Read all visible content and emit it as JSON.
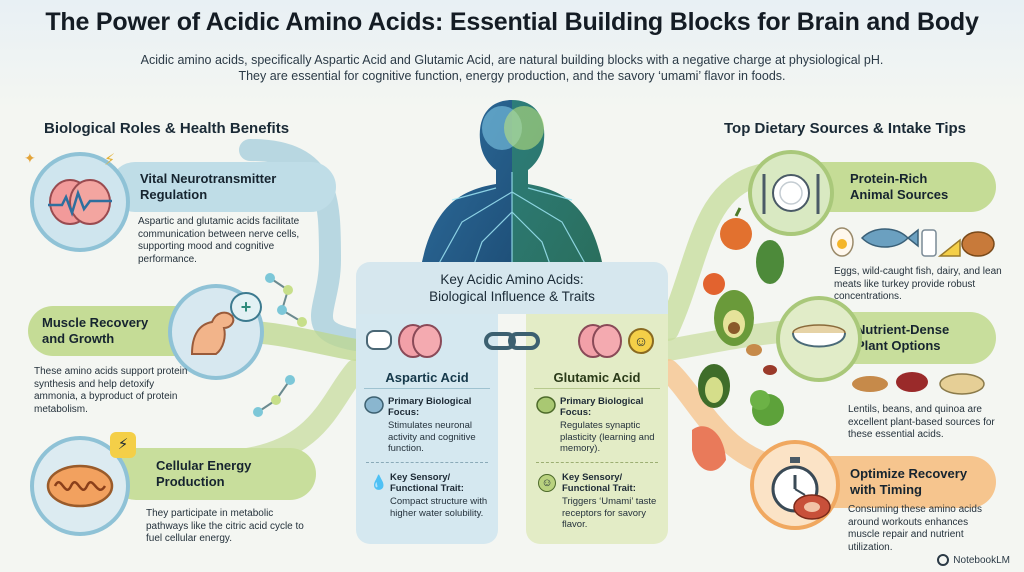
{
  "header": {
    "title": "The Power of Acidic Amino Acids: Essential Building Blocks for Brain and Body",
    "subtitle_line1": "Acidic amino acids, specifically Aspartic Acid and Glutamic Acid, are natural building blocks with a negative charge at physiological pH.",
    "subtitle_line2": "They are essential for cognitive function, energy production, and the savory ‘umami’ flavor in foods."
  },
  "left": {
    "heading": "Biological Roles & Health Benefits",
    "cards": [
      {
        "title": "Vital Neurotransmitter Regulation",
        "text": "Aspartic and glutamic acids facilitate communication between nerve cells, supporting mood and cognitive performance."
      },
      {
        "title": "Muscle Recovery and Growth",
        "text": "These amino acids support protein synthesis and help detoxify ammonia, a byproduct of protein metabolism."
      },
      {
        "title": "Cellular Energy Production",
        "text": "They participate in metabolic pathways like the citric acid cycle to fuel cellular energy."
      }
    ]
  },
  "right": {
    "heading": "Top Dietary Sources & Intake Tips",
    "cards": [
      {
        "title": "Protein-Rich Animal Sources",
        "text": "Eggs, wild-caught fish, dairy, and lean meats like turkey provide robust concentrations."
      },
      {
        "title": "Nutrient-Dense Plant Options",
        "text": "Lentils, beans, and quinoa are excellent plant-based sources for these essential acids."
      },
      {
        "title": "Optimize Recovery with Timing",
        "text": "Consuming these amino acids around workouts enhances muscle repair and nutrient utilization."
      }
    ]
  },
  "center": {
    "heading_line1": "Key Acidic Amino Acids:",
    "heading_line2": "Biological Influence & Traits",
    "aspartic": {
      "name": "Aspartic Acid",
      "focus_label": "Primary Biological Focus:",
      "focus_text": "Stimulates neuronal activity and cognitive function.",
      "trait_label": "Key Sensory/ Functional Trait:",
      "trait_text": "Compact structure with higher water solubility."
    },
    "glutamic": {
      "name": "Glutamic Acid",
      "focus_label": "Primary Biological Focus:",
      "focus_text": "Regulates synaptic plasticity (learning and memory).",
      "trait_label": "Key Sensory/ Functional Trait:",
      "trait_text": "Triggers ‘Umami’ taste receptors for savory flavor."
    }
  },
  "footer": {
    "brand": "NotebookLM"
  },
  "colors": {
    "blue_accent": "#7fb6cc",
    "green_accent": "#b9d27e",
    "orange_accent": "#f4b26b",
    "aspartic_panel": "#d5e8f0",
    "glutamic_panel": "#e3ecc6"
  }
}
